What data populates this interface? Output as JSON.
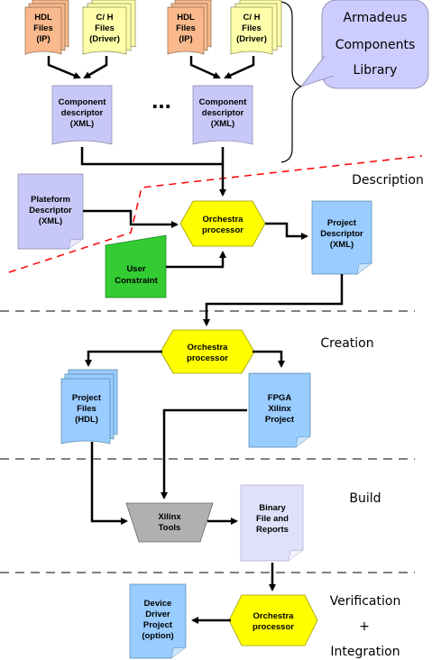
{
  "palette": {
    "hdl_orange": "#f9b98c",
    "driver_yellow": "#ffffaa",
    "descriptor_lavender": "#c8c8f8",
    "project_blue": "#99ccff",
    "processor_yellow": "#ffff00",
    "constraint_green": "#33cc33",
    "xilinx_gray": "#b0b0b0",
    "binary_lavender": "#e0e0fa",
    "callout_lavender": "#ccccff",
    "red_dash": "#ff0000"
  },
  "callout": {
    "line1": "Armadeus",
    "line2": "Components",
    "line3": "Library"
  },
  "ellipsis": "...",
  "groups": [
    {
      "hdl": [
        "HDL",
        "Files",
        "(IP)"
      ],
      "driver": [
        "C/ H",
        "Files",
        "(Driver)"
      ]
    },
    {
      "hdl": [
        "HDL",
        "Files",
        "(IP)"
      ],
      "driver": [
        "C/ H",
        "Files",
        "(Driver)"
      ]
    }
  ],
  "component_descriptors": [
    [
      "Component",
      "descriptor",
      "(XML)"
    ],
    [
      "Component",
      "descriptor",
      "(XML)"
    ]
  ],
  "platform_descriptor": [
    "Plateform",
    "Descriptor",
    "(XML)"
  ],
  "user_constraint": [
    "User",
    "Constraint"
  ],
  "project_descriptor": [
    "Project",
    "Descriptor",
    "(XML)"
  ],
  "orchestra": [
    "Orchestra",
    "processor"
  ],
  "project_files": [
    "Project",
    "Files",
    "(HDL)"
  ],
  "fpga_project": [
    "FPGA",
    "Xilinx",
    "Project"
  ],
  "xilinx_tools": [
    "Xilinx",
    "Tools"
  ],
  "binary": [
    "Binary",
    "File and",
    "Reports"
  ],
  "device_driver": [
    "Device",
    "Driver",
    "Project",
    "(option)"
  ],
  "stages": {
    "description": "Description",
    "creation": "Creation",
    "build": "Build",
    "verification": "Verification",
    "plus": "+",
    "integration": "Integration"
  }
}
